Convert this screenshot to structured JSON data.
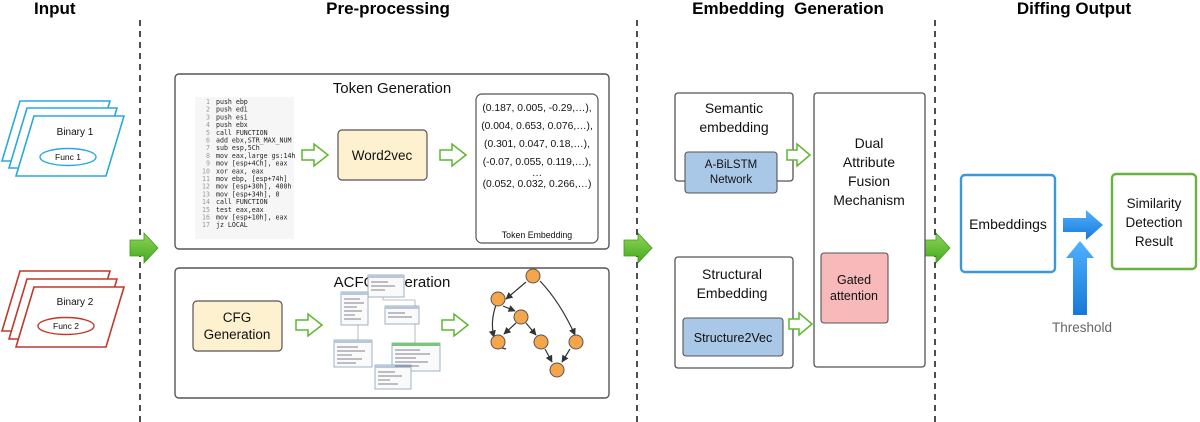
{
  "headers": {
    "input": "Input",
    "preprocessing": "Pre-processing",
    "embedding_generation": "Embedding  Generation",
    "diffing_output": "Diffing Output"
  },
  "inputs": {
    "binary1": "Binary 1",
    "func1": "Func 1",
    "binary2": "Binary 2",
    "func2": "Func 2"
  },
  "token_generation": {
    "title": "Token Generation",
    "code_lines": [
      "push ebp",
      "push edi",
      "push esi",
      "push ebx",
      "call FUNCTION",
      "add ebx,STR_MAX_NUM",
      "sub esp,5Ch",
      "mov eax,large gs:14h",
      "mov [esp+4Ch], eax",
      "xor eax, eax",
      "mov ebp, [esp+74h]",
      "mov [esp+30h], 400h",
      "mov [esp+34h], 0",
      "call FUNCTION",
      "test eax,eax",
      "mov [esp+10h], eax",
      "jz LOCAL"
    ],
    "word2vec": "Word2vec",
    "vectors": [
      "(0.187, 0.005, -0.29,…),",
      "(0.004, 0.653, 0.076,…),",
      "(0.301, 0.047, 0.18,…),",
      "(-0.07, 0.055, 0.119,…),",
      "…",
      "(0.052, 0.032, 0.266,…)"
    ],
    "token_embedding": "Token Embedding"
  },
  "acfg": {
    "title": "ACFG generation",
    "cfg_line1": "CFG",
    "cfg_line2": "Generation"
  },
  "embedding": {
    "semantic_line1": "Semantic",
    "semantic_line2": "embedding",
    "abilstm_line1": "A-BiLSTM",
    "abilstm_line2": "Network",
    "structural_line1": "Structural",
    "structural_line2": "Embedding",
    "structure2vec": "Structure2Vec",
    "fusion_line1": "Dual",
    "fusion_line2": "Attribute",
    "fusion_line3": "Fusion",
    "fusion_line4": "Mechanism",
    "gated_line1": "Gated",
    "gated_line2": "attention"
  },
  "output": {
    "embeddings": "Embeddings",
    "similarity_line1": "Similarity",
    "similarity_line2": "Detection",
    "similarity_line3": "Result",
    "threshold": "Threshold"
  },
  "colors": {
    "binary1": "#29a8e0",
    "binary2": "#c0392b",
    "green_arrow": "#5cb82e",
    "blue_arrow": "#1e90e8",
    "orange_node": "#f5a64a",
    "beige_box": "#fdf1cf",
    "blue_box": "#a9c8e8",
    "pink_box": "#f8b9bb",
    "embeddings_border": "#3d98d8",
    "similarity_border": "#6ab23f"
  }
}
